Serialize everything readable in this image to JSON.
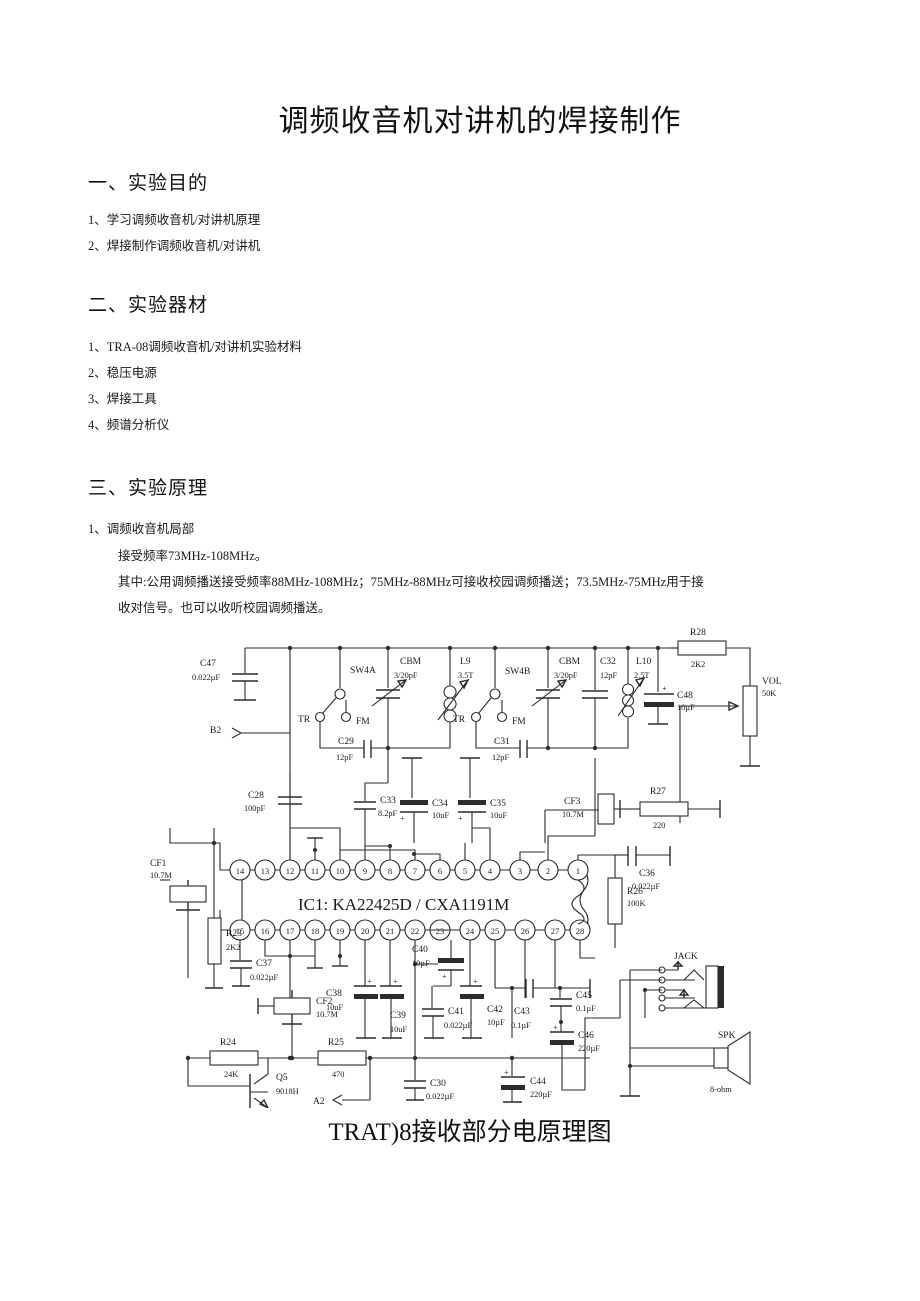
{
  "document": {
    "title": "调频收音机对讲机的焊接制作",
    "sections": [
      {
        "heading": "一、实验目的",
        "items": [
          "1、学习调频收音机/对讲机原理",
          "2、焊接制作调频收音机/对讲机"
        ]
      },
      {
        "heading": "二、实验器材",
        "items": [
          "1、TRA-08调频收音机/对讲机实验材料",
          "2、稳压电源",
          "3、焊接工具",
          "4、频谱分析仪"
        ]
      },
      {
        "heading": "三、实验原理",
        "items": [
          "1、调频收音机局部",
          "接受频率73MHz-108MHz。",
          "其中:公用调频播送接受频率88MHz-108MHz；75MHz-88MHz可接收校园调频播送；73.5MHz-75MHz用于接",
          "收对信号。也可以收听校园调频播送。"
        ]
      }
    ],
    "figure_caption": "TRAT)8接收部分电原理图"
  },
  "schematic": {
    "ic": {
      "name": "IC1: KA22425D / CXA1191M",
      "pins_top": [
        "14",
        "13",
        "12",
        "11",
        "10",
        "9",
        "8",
        "7",
        "6",
        "5",
        "4",
        "3",
        "2",
        "1"
      ],
      "pins_bottom": [
        "15",
        "16",
        "17",
        "18",
        "19",
        "20",
        "21",
        "22",
        "23",
        "24",
        "25",
        "26",
        "27",
        "28"
      ]
    },
    "terminals": [
      {
        "name": "B2",
        "label": "B2"
      },
      {
        "name": "A2",
        "label": "A2"
      }
    ],
    "switches": [
      {
        "name": "SW4A",
        "label": "SW4A",
        "pos_left": "TR",
        "pos_right": "FM"
      },
      {
        "name": "SW4B",
        "label": "SW4B",
        "pos_left": "TR",
        "pos_right": "FM"
      }
    ],
    "components": [
      {
        "ref": "C47",
        "value": "0.022µF",
        "type": "capacitor"
      },
      {
        "ref": "C28",
        "value": "100pF",
        "type": "capacitor"
      },
      {
        "ref": "C29",
        "value": "12pF",
        "type": "capacitor"
      },
      {
        "ref": "C31",
        "value": "12pF",
        "type": "capacitor"
      },
      {
        "ref": "CBM",
        "value": "3/20pF",
        "type": "trimmer"
      },
      {
        "ref": "CBM",
        "value": "3/20pF",
        "type": "trimmer"
      },
      {
        "ref": "L9",
        "value": "3.5T",
        "type": "inductor"
      },
      {
        "ref": "L10",
        "value": "2.5T",
        "type": "inductor"
      },
      {
        "ref": "C32",
        "value": "12pF",
        "type": "capacitor"
      },
      {
        "ref": "C48",
        "value": "10µF",
        "type": "electrolytic"
      },
      {
        "ref": "R28",
        "value": "2K2",
        "type": "resistor"
      },
      {
        "ref": "VOL",
        "value": "50K",
        "type": "potentiometer"
      },
      {
        "ref": "C33",
        "value": "8.2pF",
        "type": "capacitor"
      },
      {
        "ref": "C34",
        "value": "10uF",
        "type": "electrolytic"
      },
      {
        "ref": "C35",
        "value": "10uF",
        "type": "electrolytic"
      },
      {
        "ref": "CF3",
        "value": "10.7M",
        "type": "filter"
      },
      {
        "ref": "R27",
        "value": "220",
        "type": "resistor"
      },
      {
        "ref": "C36",
        "value": "0.022µF",
        "type": "capacitor"
      },
      {
        "ref": "R26",
        "value": "100K",
        "type": "resistor"
      },
      {
        "ref": "CF1",
        "value": "10.7M",
        "type": "filter"
      },
      {
        "ref": "CF2",
        "value": "10.7M",
        "type": "filter"
      },
      {
        "ref": "C37",
        "value": "0.022µF",
        "type": "capacitor"
      },
      {
        "ref": "R23",
        "value": "2K2",
        "type": "resistor"
      },
      {
        "ref": "C40",
        "value": "10µF",
        "type": "electrolytic"
      },
      {
        "ref": "C38",
        "value": "10uF",
        "type": "electrolytic"
      },
      {
        "ref": "C39",
        "value": "10uF",
        "type": "electrolytic"
      },
      {
        "ref": "C41",
        "value": "0.022µF",
        "type": "capacitor"
      },
      {
        "ref": "C42",
        "value": "10µF",
        "type": "electrolytic"
      },
      {
        "ref": "C43",
        "value": "0.1µF",
        "type": "capacitor"
      },
      {
        "ref": "C45",
        "value": "0.1µF",
        "type": "capacitor"
      },
      {
        "ref": "C46",
        "value": "220µF",
        "type": "electrolytic"
      },
      {
        "ref": "R24",
        "value": "24K",
        "type": "resistor"
      },
      {
        "ref": "R25",
        "value": "470",
        "type": "resistor"
      },
      {
        "ref": "Q5",
        "value": "9018H",
        "type": "transistor"
      },
      {
        "ref": "C30",
        "value": "0.022µF",
        "type": "capacitor"
      },
      {
        "ref": "C44",
        "value": "220µF",
        "type": "electrolytic"
      },
      {
        "ref": "JACK",
        "value": "",
        "type": "jack"
      },
      {
        "ref": "SPK",
        "value": "8-ohm",
        "type": "speaker"
      }
    ],
    "labels": {
      "c47_ref": "C47",
      "c47_val": "0.022µF",
      "c28_ref": "C28",
      "c28_val": "100pF",
      "c29_ref": "C29",
      "c29_val": "12pF",
      "c31_ref": "C31",
      "c31_val": "12pF",
      "cbm1_ref": "CBM",
      "cbm1_val": "3/20pF",
      "cbm2_ref": "CBM",
      "cbm2_val": "3/20pF",
      "l9_ref": "L9",
      "l9_val": "3.5T",
      "l10_ref": "L10",
      "l10_val": "2.5T",
      "c32_ref": "C32",
      "c32_val": "12pF",
      "c48_ref": "C48",
      "c48_val": "10µF",
      "r28_ref": "R28",
      "r28_val": "2K2",
      "vol_ref": "VOL",
      "vol_val": "50K",
      "c33_ref": "C33",
      "c33_val": "8.2pF",
      "c34_ref": "C34",
      "c34_val": "10uF",
      "c35_ref": "C35",
      "c35_val": "10uF",
      "cf3_ref": "CF3",
      "cf3_val": "10.7M",
      "r27_ref": "R27",
      "r27_val": "220",
      "c36_ref": "C36",
      "c36_val": "0.022µF",
      "r26_ref": "R26",
      "r26_val": "100K",
      "cf1_ref": "CF1",
      "cf1_val": "10.7M",
      "cf2_ref": "CF2",
      "cf2_val": "10.7M",
      "c37_ref": "C37",
      "c37_val": "0.022µF",
      "r23_ref": "R23",
      "r23_val": "2K2",
      "c40_ref": "C40",
      "c40_val": "10µF",
      "c38_ref": "C38",
      "c38_val": "10uF",
      "c39_ref": "C39",
      "c39_val": "10uF",
      "c41_ref": "C41",
      "c41_val": "0.022µF",
      "c42_ref": "C42",
      "c42_val": "10µF",
      "c43_ref": "C43",
      "c43_val": "0.1µF",
      "c45_ref": "C45",
      "c45_val": "0.1µF",
      "c46_ref": "C46",
      "c46_val": "220µF",
      "r24_ref": "R24",
      "r24_val": "24K",
      "r25_ref": "R25",
      "r25_val": "470",
      "q5_ref": "Q5",
      "q5_val": "9018H",
      "c30_ref": "C30",
      "c30_val": "0.022µF",
      "c44_ref": "C44",
      "c44_val": "220µF",
      "jack_ref": "JACK",
      "spk_ref": "SPK",
      "spk_val": "8-ohm",
      "sw4a": "SW4A",
      "sw4b": "SW4B",
      "tr1": "TR",
      "fm1": "FM",
      "tr2": "TR",
      "fm2": "FM",
      "b2": "B2",
      "a2": "A2",
      "ic_name": "IC1: KA22425D / CXA1191M"
    }
  }
}
